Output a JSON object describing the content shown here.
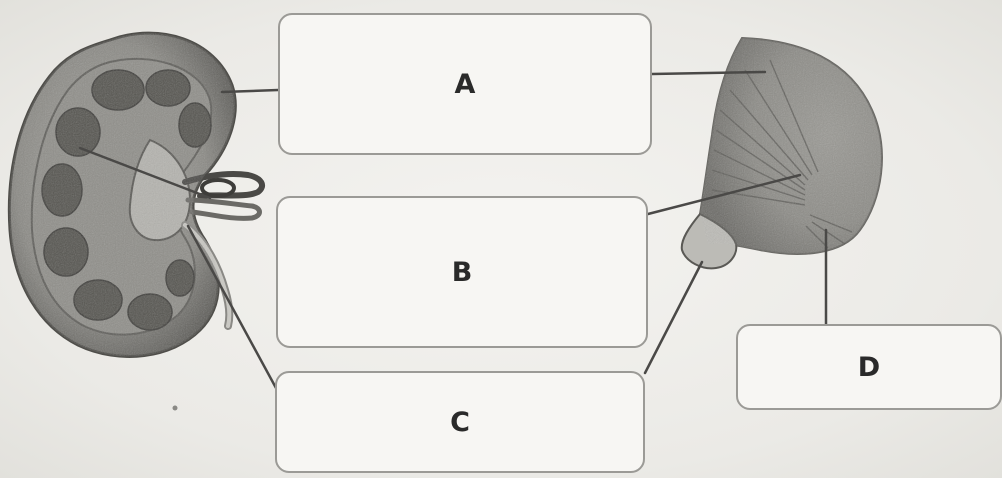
{
  "labels": {
    "a": "A",
    "b": "B",
    "c": "C",
    "d": "D"
  },
  "colors": {
    "kidney_outer": "#6e6d69",
    "kidney_cortex": "#8d8c87",
    "kidney_pyramid": "#55544f",
    "leader_line": "#4a4947",
    "box_border": "#9b9a96"
  }
}
